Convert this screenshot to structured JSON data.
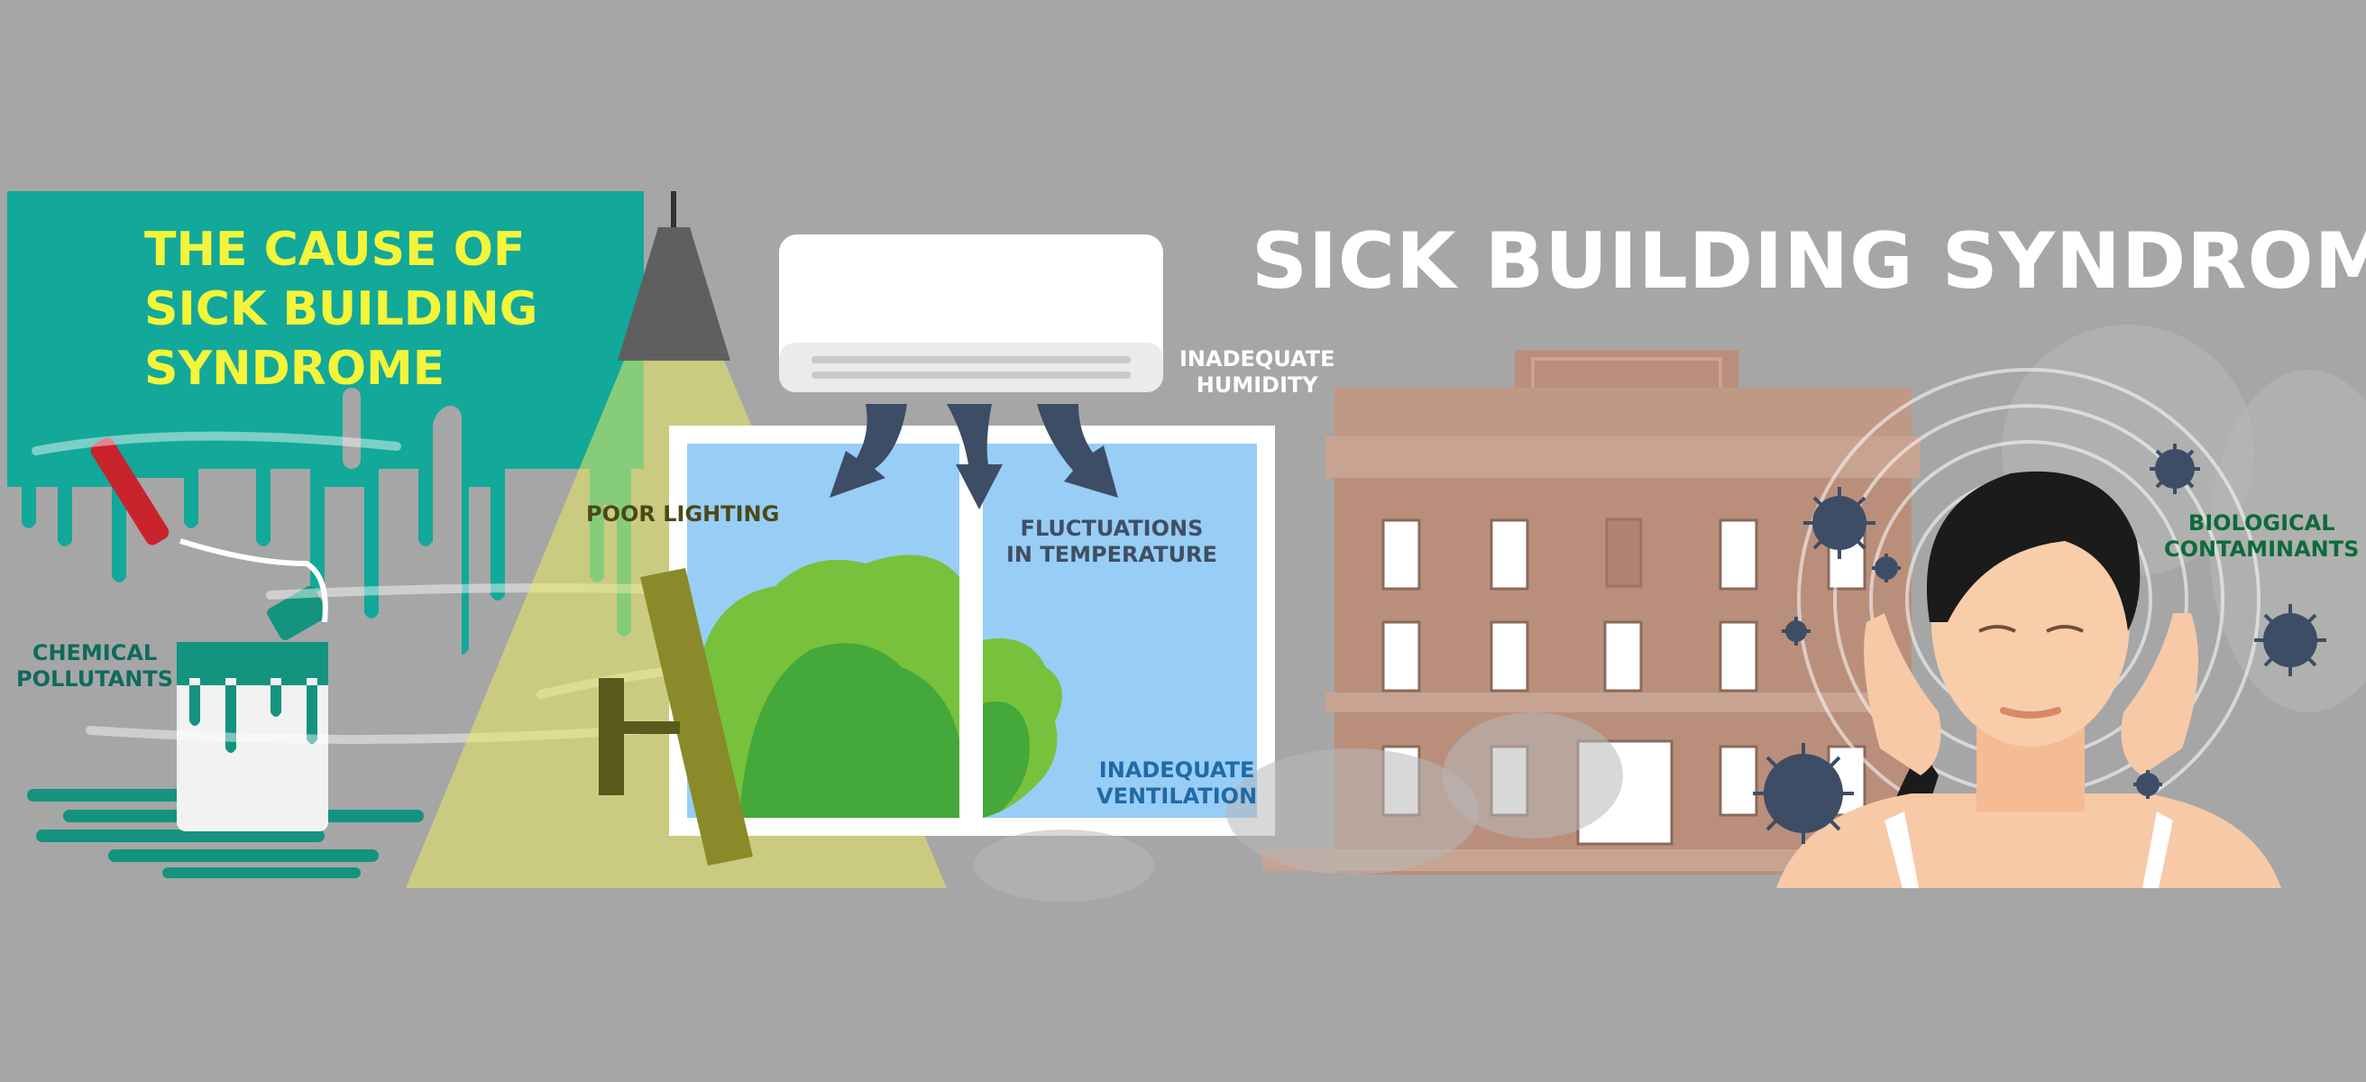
{
  "infographic": {
    "main_title": "SICK BUILDING SYNDROME",
    "cause_title": [
      "THE CAUSE OF",
      "SICK BUILDING",
      "SYNDROME"
    ],
    "labels": {
      "chemical_pollutants": [
        "CHEMICAL",
        "POLLUTANTS"
      ],
      "poor_lighting": [
        "POOR LIGHTING"
      ],
      "inadequate_humidity": [
        "INADEQUATE",
        "HUMIDITY"
      ],
      "fluctuations_in_temperature": [
        "FLUCTUATIONS",
        "IN TEMPERATURE"
      ],
      "inadequate_ventilation": [
        "INADEQUATE",
        "VENTILATION"
      ],
      "biological_contaminants": [
        "BIOLOGICAL",
        "CONTAMINANTS"
      ]
    }
  },
  "colors": {
    "background": "#a6a6a6",
    "paint_teal": "#12a89a",
    "title_yellow": "#f4f53a",
    "main_title_white": "#ffffff",
    "label_dark_teal": "#0e6b5e",
    "label_dark_olive": "#4a4a17",
    "label_slate": "#3f4f63",
    "label_blue": "#1f6aa8",
    "label_dark_green": "#0d6b3a",
    "sky_blue": "#98cdf6",
    "building_brown": "#b98f7c",
    "virus_navy": "#3d4d66"
  }
}
